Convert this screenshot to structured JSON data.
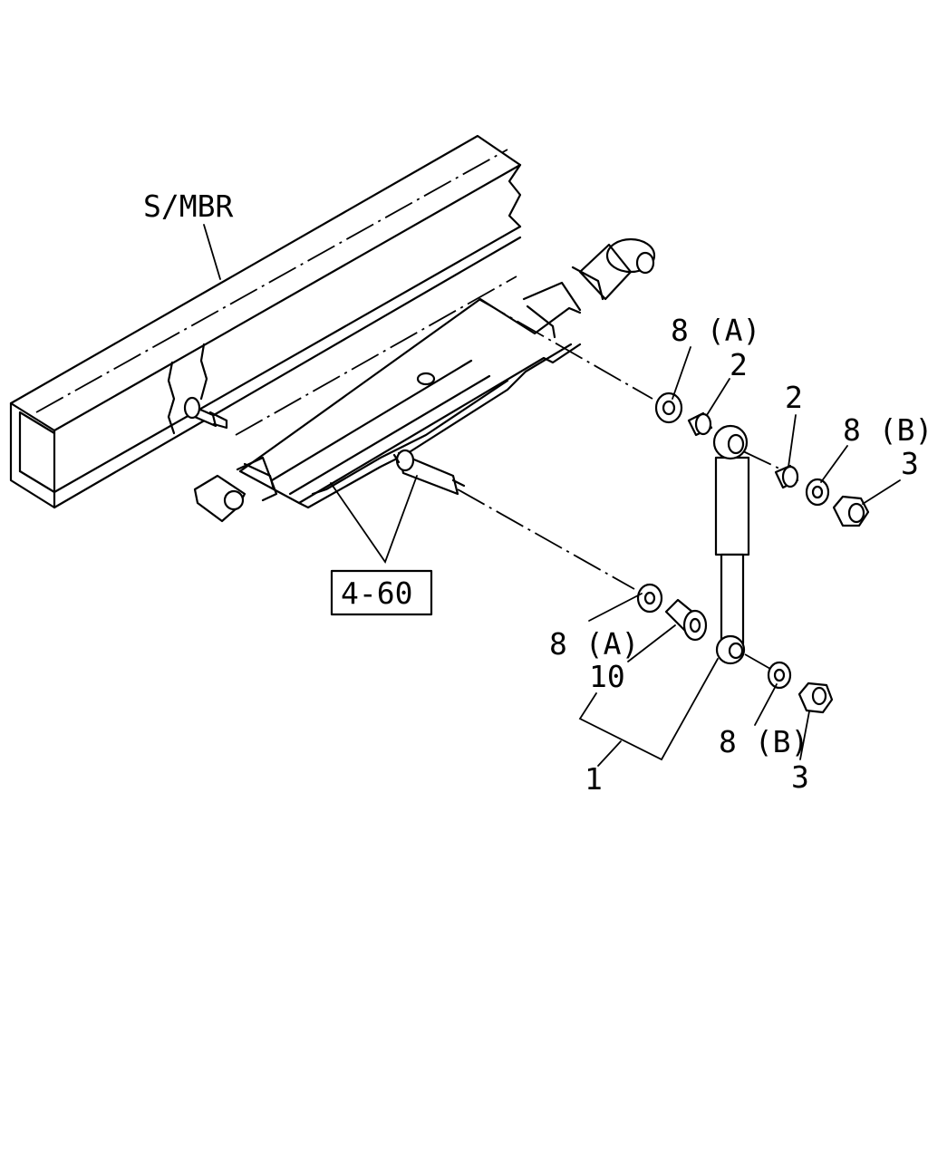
{
  "diagram": {
    "frame_label": "S/MBR",
    "reference_box": "4-60",
    "callouts": {
      "washer_a_upper": "8 (A)",
      "bushing_inner": "2",
      "bushing_outer": "2",
      "washer_b_upper": "8 (B)",
      "nut_upper": "3",
      "washer_a_lower": "8 (A)",
      "bushing_lower": "10",
      "washer_b_lower": "8 (B)",
      "nut_lower": "3",
      "shock_absorber": "1"
    }
  }
}
